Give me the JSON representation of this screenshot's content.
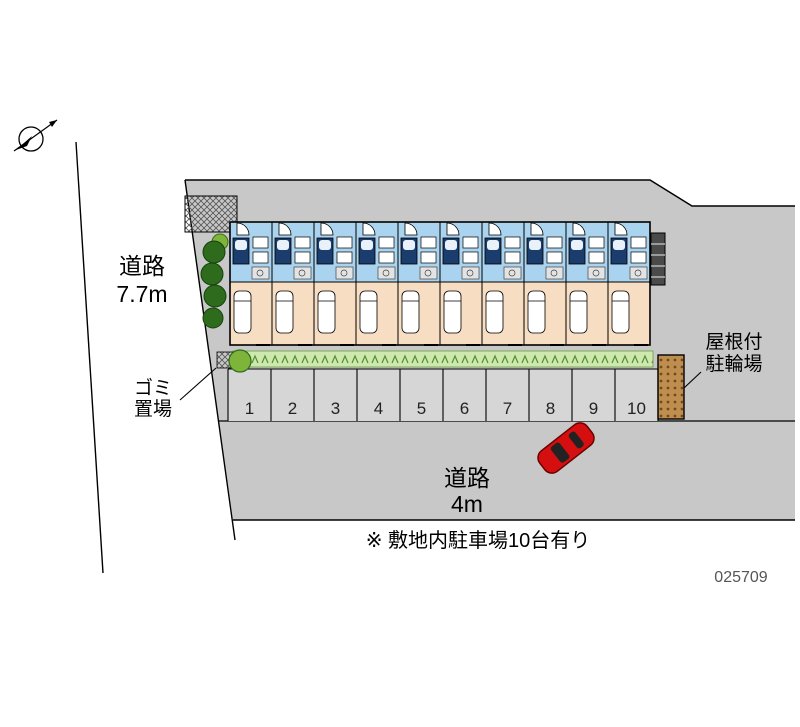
{
  "labels": {
    "road_left": {
      "line1": "道路",
      "line2": "7.7m"
    },
    "road_bottom": {
      "line1": "道路",
      "line2": "4m"
    },
    "garbage": {
      "line1": "ゴミ",
      "line2": "置場"
    },
    "bicycle": {
      "line1": "屋根付",
      "line2": "駐輪場"
    },
    "note": "※ 敷地内駐車場10台有り",
    "ref_number": "025709"
  },
  "parking": {
    "count": 10,
    "stall_labels": [
      "1",
      "2",
      "3",
      "4",
      "5",
      "6",
      "7",
      "8",
      "9",
      "10"
    ]
  },
  "building": {
    "unit_count": 10
  },
  "icons": {
    "north_arrow": "north-arrow-icon",
    "car": "car-icon",
    "tree": "tree-icon"
  },
  "colors": {
    "site_gray": "#c8c8c8",
    "stall_gray": "#d6d6d6",
    "unit_blue": "#a9d3ee",
    "unit_peach": "#f7ddc2",
    "bath_navy": "#1b3d6e",
    "tree_dark": "#2f6b1d",
    "tree_light": "#7fb43a",
    "hedge_green": "#cfe8ae",
    "car_red": "#d50f0f",
    "bike_brown": "#bf8e4e"
  }
}
